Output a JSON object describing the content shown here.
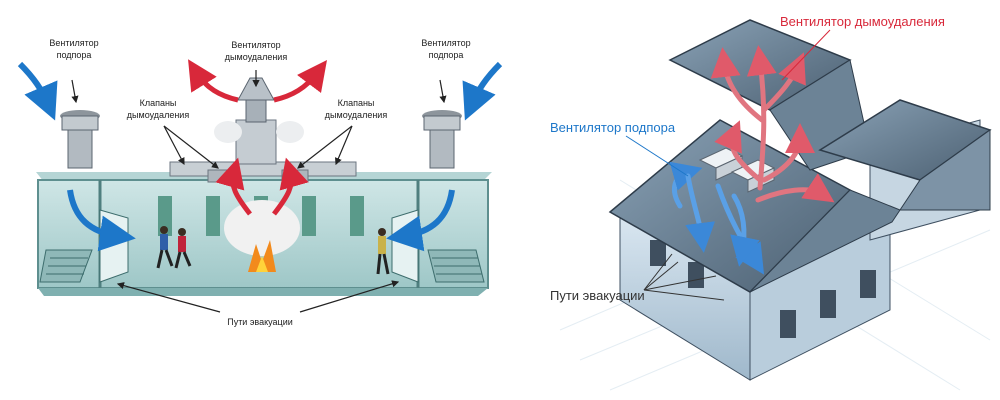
{
  "left": {
    "fan_supply_left": [
      "Вентилятор",
      "подпора"
    ],
    "fan_supply_right": [
      "Вентилятор",
      "подпора"
    ],
    "fan_smoke": [
      "Вентилятор",
      "дымоудаления"
    ],
    "valves_left": [
      "Клапаны",
      "дымоудаления"
    ],
    "valves_right": [
      "Клапаны",
      "дымоудаления"
    ],
    "evacuation": "Пути эвакуации"
  },
  "right": {
    "fan_smoke": "Вентилятор дымоудаления",
    "fan_supply": "Вентилятор подпора",
    "evacuation": "Пути эвакуации"
  },
  "colors": {
    "smoke_red": "#d8283a",
    "supply_blue": "#1d77c9",
    "building_teal": "#a9cfcf",
    "roof_slate": "#5d7183"
  },
  "icons": [
    "fan-icon",
    "fire-icon",
    "person-icon",
    "door-icon",
    "staircase-icon"
  ]
}
